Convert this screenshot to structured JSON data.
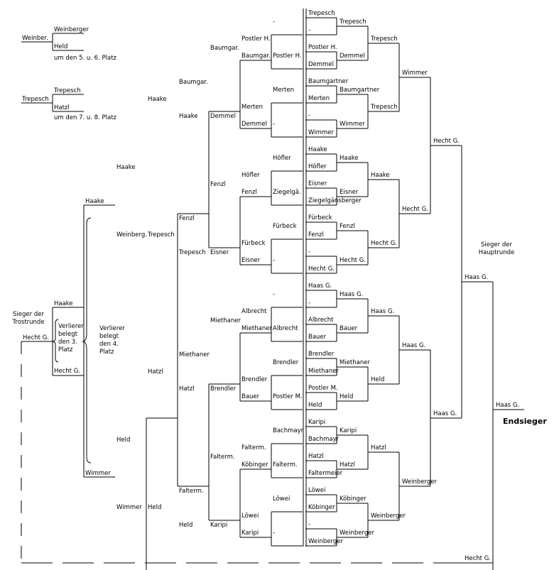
{
  "texts": {
    "l_weinber": "Weinber.",
    "l_weinberger_56": "Weinberger",
    "l_held_56": "Held",
    "note_5_6": "um den 5. u. 6. Platz",
    "l_trepesch_78a": "Trepesch",
    "l_trepesch_78b": "Trepesch",
    "l_hatzl_78": "Hatzl",
    "note_7_8": "um den 7. u. 8. Platz",
    "c0_haake": "Haake",
    "c0_hechtg": "Hecht G.",
    "c0_final_hechtg": "Hecht G.",
    "c1_haake": "Haake",
    "c1_wimmer": "Wimmer",
    "c2_haake": "Haake",
    "c2_weinberg": "Weinberg.",
    "c2_held": "Held",
    "c2_wimmer": "Wimmer",
    "c3_haake": "Haake",
    "c3_trepesch": "Trepesch",
    "c3_hatzl": "Hatzl",
    "c3_held": "Held",
    "c4_baumgar": "Baumgar.",
    "c4_haake": "Haake",
    "c4_fenzl": "Fenzl",
    "c4_trepesch": "Trepesch",
    "c4_miethaner": "Miethaner",
    "c4_hatzl": "Hatzl",
    "c4_falterm": "Falterm.",
    "c4_held": "Held",
    "c5_baumgar": "Baumgar.",
    "c5_demmel": "Demmel",
    "c5_fenzl": "Fenzl",
    "c5_eisner": "Eisner",
    "c5_miethaner": "Miethaner",
    "c5_brendler": "Brendler",
    "c5_falterm": "Falterm.",
    "c5_karipi": "Karipi",
    "c6_postlerh": "Postler H.",
    "c6_baumgar": "Baumgar.",
    "c6_merten": "Merten",
    "c6_demmel": "Demmel",
    "c6_hoefler": "Höfler",
    "c6_fenzl": "Fenzl",
    "c6_fuerbeck": "Fürbeck",
    "c6_eisner": "Eisner",
    "c6_albrecht": "Albrecht",
    "c6_miethaner": "Miethaner",
    "c6_brendler": "Brendler",
    "c6_bauer": "Bauer",
    "c6_falterm": "Falterm.",
    "c6_koebinger": "Köbinger",
    "c6_loewei": "Löwei",
    "c6_karipi": "Karipi",
    "c7_dash1": "-",
    "c7_postlerh": "Postler H.",
    "c7_merten": "Merten",
    "c7_dash2": "-",
    "c7_hoefler": "Höfler",
    "c7_ziegelgae": "Ziegelgä.",
    "c7_fuerbeck": "Fürbeck",
    "c7_dash3": "-",
    "c7_dash4": "-",
    "c7_albrecht": "Albrecht",
    "c7_brendler": "Brendler",
    "c7_postlerm": "Postler M.",
    "c7_bachmayr": "Bachmayr",
    "c7_falterm": "Falterm.",
    "c7_loewei": "Löwei",
    "c7_dash5": "-",
    "r0_trepesch": "Trepesch",
    "r0_dash1": "-",
    "r0_postlerh": "Postler H.",
    "r0_demmel": "Demmel",
    "r0_baumgartner": "Baumgartner",
    "r0_merten": "Merten",
    "r0_dash2": "-",
    "r0_wimmer": "Wimmer",
    "r0_haake": "Haake",
    "r0_hoefler": "Höfler",
    "r0_eisner": "Eisner",
    "r0_ziegelgaensberger": "Ziegelgänsberger",
    "r0_fuerbeck": "Fürbeck",
    "r0_fenzl": "Fenzl",
    "r0_dash3": "-",
    "r0_hechtg": "Hecht G.",
    "r0_haasg": "Haas G.",
    "r0_dash4": "-",
    "r0_albrecht": "Albrecht",
    "r0_bauer": "Bauer",
    "r0_brendler": "Brendler",
    "r0_miethaner": "Miethaner",
    "r0_postlerm": "Postler M.",
    "r0_held": "Held",
    "r0_karipi": "Karipi",
    "r0_bachmayr": "Bachmayr",
    "r0_hatzl": "Hatzl",
    "r0_faltermeier": "Faltermeier",
    "r0_loewei": "Löwei",
    "r0_koebinger": "Köbinger",
    "r0_dash5": "-",
    "r0_weinberger": "Weinberger",
    "r1_trepesch": "Trepesch",
    "r1_demmel": "Demmel",
    "r1_baumgartner": "Baumgartner",
    "r1_wimmer": "Wimmer",
    "r1_haake": "Haake",
    "r1_eisner": "Eisner",
    "r1_fenzl": "Fenzl",
    "r1_hechtg": "Hecht G.",
    "r1_haasg": "Haas G.",
    "r1_bauer": "Bauer",
    "r1_miethaner": "Miethaner",
    "r1_held": "Held",
    "r1_karipi": "Karipi",
    "r1_hatzl": "Hatzl",
    "r1_koebinger": "Köbinger",
    "r1_weinberger": "Weinberger",
    "r2_trepesch": "Trepesch",
    "r2_trepesch_b": "Trepesch",
    "r2_haake": "Haake",
    "r2_hechtg": "Hecht G.",
    "r2_haasg": "Haas G.",
    "r2_held": "Held",
    "r2_hatzl": "Hatzl",
    "r2_weinberger": "Weinberger",
    "r3_wimmer": "Wimmer",
    "r3_hechtg": "Hecht G.",
    "r3_haasg": "Haas G.",
    "r3_weinberger": "Weinberger",
    "r4_hechtg": "Hecht G.",
    "r4_haasg": "Haas G.",
    "r5_haasg": "Haas G.",
    "bottom_hechtg": "Hecht G.",
    "final_haasg": "Haas G.",
    "sieger_trostrunde": "Sieger der Trostrunde",
    "verlierer_3": "Verlierer belegt den 3. Platz",
    "verlierer_4": "Verlierer belegt den 4. Platz",
    "sieger_hauptrunde": "Sieger der Hauptrunde",
    "endsieger": "Endsieger"
  }
}
